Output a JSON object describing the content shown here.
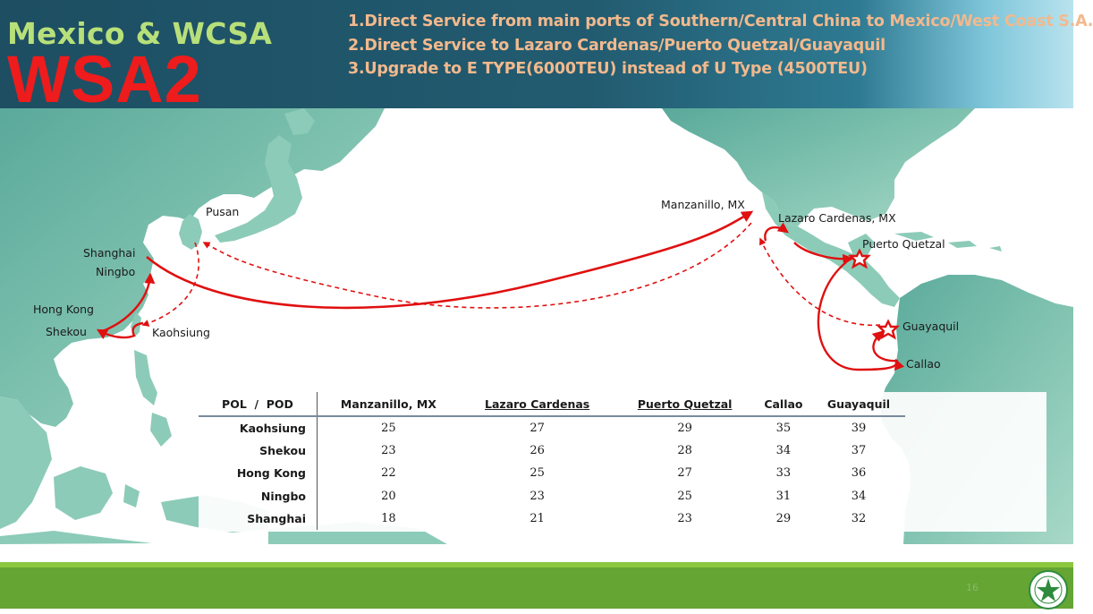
{
  "header": {
    "region": "Mexico & WCSA",
    "service_code": "WSA2",
    "highlights": [
      "1.Direct Service from main ports of Southern/Central China to Mexico/West Coast S.A.",
      "2.Direct Service to Lazaro Cardenas/Puerto Quetzal/Guayaquil",
      "3.Upgrade to E TYPE(6000TEU) instead of U Type (4500TEU)"
    ]
  },
  "ports": {
    "pusan": "Pusan",
    "shanghai": "Shanghai",
    "ningbo": "Ningbo",
    "hong_kong": "Hong Kong",
    "shekou": "Shekou",
    "kaohsiung": "Kaohsiung",
    "manzanillo": "Manzanillo, MX",
    "lazaro_cardenas": "Lazaro Cardenas, MX",
    "puerto_quetzal": "Puerto Quetzal",
    "guayaquil": "Guayaquil",
    "callao": "Callao"
  },
  "transit_table": {
    "corner": "POL  /  POD",
    "columns": [
      "Manzanillo, MX",
      "Lazaro Cardenas",
      "Puerto Quetzal",
      "Callao",
      "Guayaquil"
    ],
    "rows": [
      {
        "pol": "Kaohsiung",
        "days": [
          "25",
          "27",
          "29",
          "35",
          "39"
        ]
      },
      {
        "pol": "Shekou",
        "days": [
          "23",
          "26",
          "28",
          "34",
          "37"
        ]
      },
      {
        "pol": "Hong Kong",
        "days": [
          "22",
          "25",
          "27",
          "33",
          "36"
        ]
      },
      {
        "pol": "Ningbo",
        "days": [
          "20",
          "23",
          "25",
          "31",
          "34"
        ]
      },
      {
        "pol": "Shanghai",
        "days": [
          "18",
          "21",
          "23",
          "29",
          "32"
        ]
      }
    ]
  },
  "colors": {
    "route": "#e01010",
    "ocean": "#ffffff",
    "land": "#8ccbb8",
    "land_dark": "#4f9f93",
    "header_bg": "#225b70",
    "title_green": "#b8e07a",
    "service_red": "#ee1c1c",
    "highlight_text": "#f2b98d",
    "footer_green": "#64a533"
  },
  "footer": {
    "page_number": "16"
  }
}
